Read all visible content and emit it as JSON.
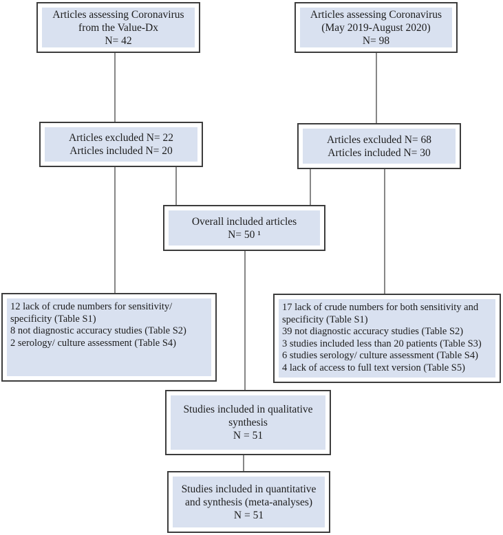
{
  "figure_type": "study-selection-flow-diagram",
  "colors": {
    "box_fill": "#d9e1f0",
    "box_border": "#3c3c3c",
    "connector": "#868686",
    "background": "#ffffff",
    "text": "#1c1c1c"
  },
  "boxes": {
    "valuedx_source": {
      "lines": [
        "Articles assessing Coronavirus",
        "from the Value-Dx",
        "N= 42"
      ]
    },
    "literature_source": {
      "lines": [
        "Articles assessing Coronavirus",
        "(May 2019-August 2020)",
        "N= 98"
      ]
    },
    "valuedx_screen": {
      "lines": [
        "Articles excluded N= 22",
        "Articles included N= 20"
      ]
    },
    "literature_screen": {
      "lines": [
        "Articles excluded N= 68",
        "Articles included N= 30"
      ]
    },
    "overall_included": {
      "lines": [
        "Overall included articles",
        "N= 50 ¹"
      ]
    },
    "valuedx_exclusions": {
      "lines": [
        "12 lack of crude numbers for sensitivity/",
        "specificity (Table S1)",
        "8 not diagnostic accuracy studies (Table S2)",
        "2 serology/ culture assessment (Table S4)"
      ]
    },
    "literature_exclusions": {
      "lines": [
        "17 lack of crude numbers for both sensitivity and",
        "specificity (Table S1)",
        "39 not diagnostic accuracy studies (Table S2)",
        "3 studies included less than 20 patients (Table S3)",
        "6 studies serology/ culture assessment (Table S4)",
        "4 lack of access to full text version (Table S5)"
      ]
    },
    "qualitative_synthesis": {
      "lines": [
        "Studies included in qualitative",
        "synthesis",
        "N = 51"
      ]
    },
    "quantitative_synthesis": {
      "lines": [
        "Studies included in quantitative",
        "and synthesis (meta-analyses)",
        "N = 51"
      ]
    }
  }
}
